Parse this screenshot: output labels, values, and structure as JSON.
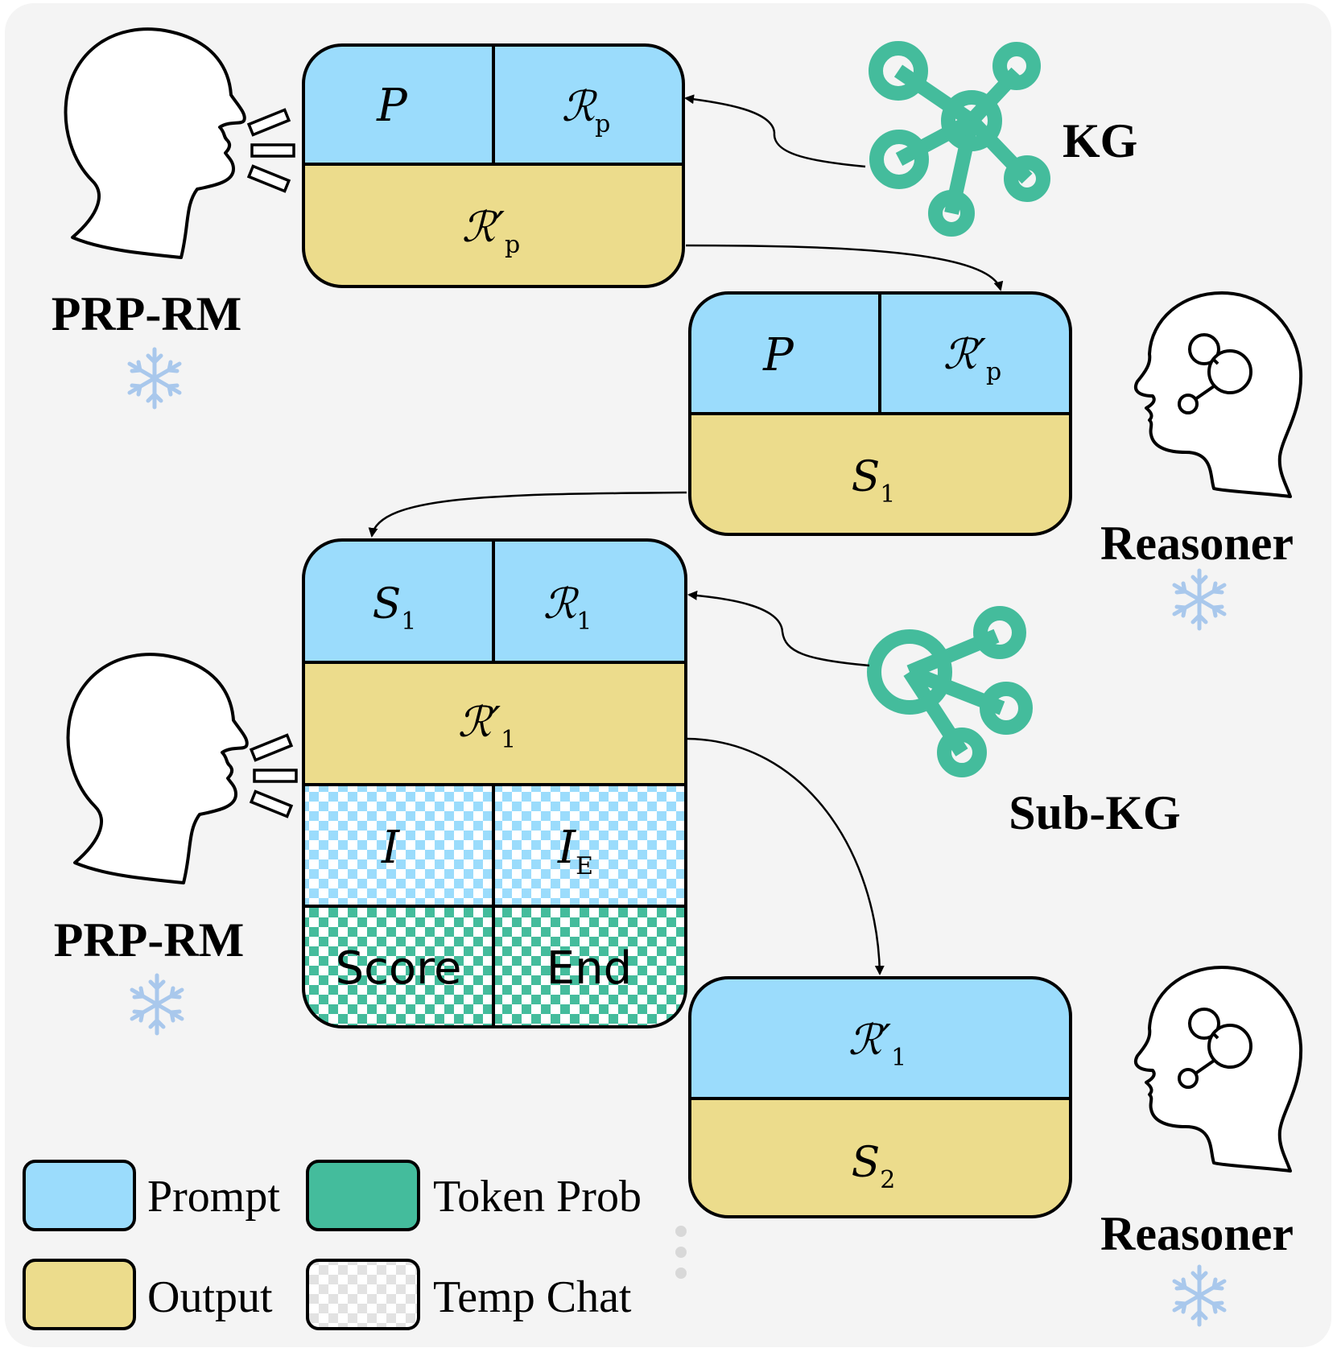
{
  "labels": {
    "prp_rm_top": "PRP-RM",
    "prp_rm_bottom": "PRP-RM",
    "kg": "KG",
    "sub_kg": "Sub-KG",
    "reasoner_top": "Reasoner",
    "reasoner_bottom": "Reasoner"
  },
  "box1": {
    "cell_left": "P",
    "cell_right_base": "ℛ",
    "cell_right_sub": "p",
    "bottom_base": "ℛ′",
    "bottom_sub": "p"
  },
  "box2": {
    "cell_left": "P",
    "cell_right_base": "ℛ′",
    "cell_right_sub": "p",
    "bottom_base": "S",
    "bottom_sub": "1"
  },
  "box3": {
    "cell_left_base": "S",
    "cell_left_sub": "1",
    "cell_right_base": "ℛ",
    "cell_right_sub": "1",
    "middle_base": "ℛ′",
    "middle_sub": "1",
    "temp_left": "I",
    "temp_right_base": "I",
    "temp_right_sub": "E",
    "token_left": "Score",
    "token_right": "End"
  },
  "box4": {
    "top_base": "ℛ′",
    "top_sub": "1",
    "bottom_base": "S",
    "bottom_sub": "2"
  },
  "legend": {
    "prompt": "Prompt",
    "output": "Output",
    "token_prob": "Token Prob",
    "temp_chat": "Temp Chat"
  },
  "colors": {
    "prompt": "#9bdcfc",
    "output": "#ecdc8c",
    "token_prob": "#44bc9c",
    "kg_green": "#44bc9c",
    "background": "#f4f4f4",
    "snowflake": "#a9c8ec"
  },
  "icons": {
    "speaker": "speaking-head-icon",
    "reasoner": "thinking-head-icon",
    "kg": "knowledge-graph-icon",
    "sub_kg": "sub-graph-icon",
    "frozen": "snowflake-icon"
  }
}
